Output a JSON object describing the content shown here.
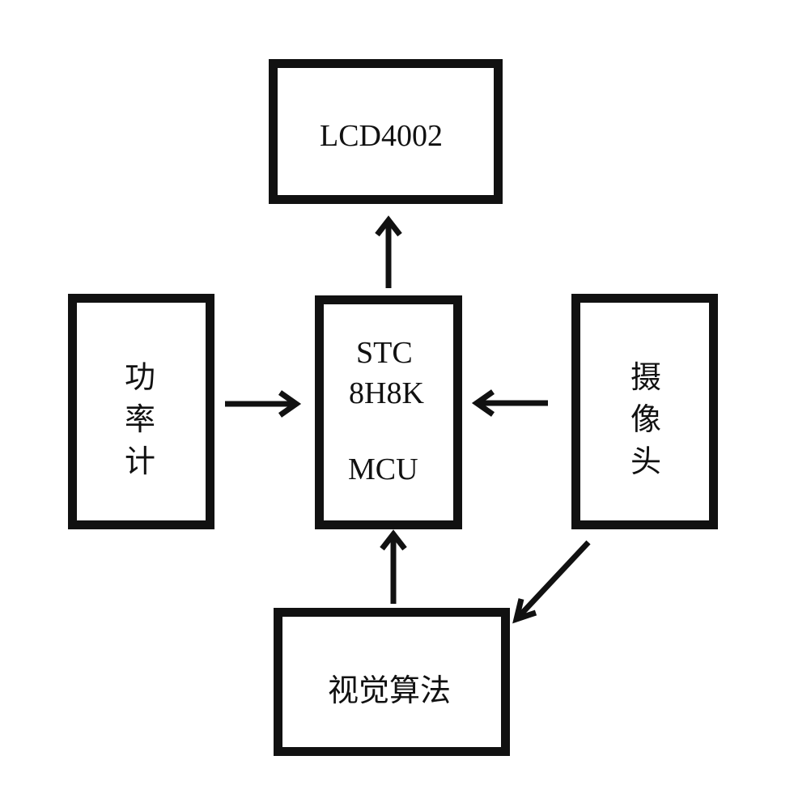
{
  "nodes": {
    "display": {
      "label": "LCD4002"
    },
    "mcu": {
      "line1": "STC",
      "line2": "8H8K",
      "line3": "MCU"
    },
    "power_meter": {
      "chars": [
        "功",
        "率",
        "计"
      ]
    },
    "camera": {
      "chars": [
        "摄",
        "像",
        "头"
      ]
    },
    "vision": {
      "label": "视觉算法"
    }
  },
  "edges": [
    {
      "from": "mcu",
      "to": "display"
    },
    {
      "from": "power_meter",
      "to": "mcu"
    },
    {
      "from": "camera",
      "to": "mcu"
    },
    {
      "from": "vision",
      "to": "mcu"
    },
    {
      "from": "camera",
      "to": "vision"
    }
  ],
  "colors": {
    "stroke": "#111111",
    "background": "#ffffff"
  }
}
